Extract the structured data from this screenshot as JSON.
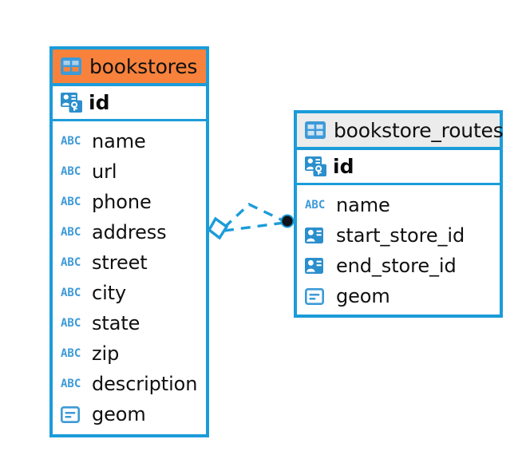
{
  "diagram": {
    "type": "entity-relationship-diagram",
    "background_color": "#ffffff",
    "accent_color": "#1b9cd9",
    "highlight_color": "#f8823c",
    "entities": [
      {
        "name": "bookstores",
        "header_style": "accent-orange",
        "table_icon": "table-icon",
        "primary_key": {
          "label": "id",
          "icon": "primary-key-icon"
        },
        "fields": [
          {
            "label": "name",
            "icon": "text-abc-icon",
            "icon_text": "ABC"
          },
          {
            "label": "url",
            "icon": "text-abc-icon",
            "icon_text": "ABC"
          },
          {
            "label": "phone",
            "icon": "text-abc-icon",
            "icon_text": "ABC"
          },
          {
            "label": "address",
            "icon": "text-abc-icon",
            "icon_text": "ABC"
          },
          {
            "label": "street",
            "icon": "text-abc-icon",
            "icon_text": "ABC"
          },
          {
            "label": "city",
            "icon": "text-abc-icon",
            "icon_text": "ABC"
          },
          {
            "label": "state",
            "icon": "text-abc-icon",
            "icon_text": "ABC"
          },
          {
            "label": "zip",
            "icon": "text-abc-icon",
            "icon_text": "ABC"
          },
          {
            "label": "description",
            "icon": "text-abc-icon",
            "icon_text": "ABC"
          },
          {
            "label": "geom",
            "icon": "geometry-icon",
            "icon_text": ""
          }
        ]
      },
      {
        "name": "bookstore_routes",
        "header_style": "accent-gray",
        "table_icon": "table-icon",
        "primary_key": {
          "label": "id",
          "icon": "primary-key-icon"
        },
        "fields": [
          {
            "label": "name",
            "icon": "text-abc-icon",
            "icon_text": "ABC"
          },
          {
            "label": "start_store_id",
            "icon": "foreign-key-icon",
            "icon_text": ""
          },
          {
            "label": "end_store_id",
            "icon": "foreign-key-icon",
            "icon_text": ""
          },
          {
            "label": "geom",
            "icon": "geometry-icon",
            "icon_text": ""
          }
        ]
      }
    ],
    "relationships": [
      {
        "from_entity": "bookstores",
        "to_entity": "bookstore_routes",
        "line_style": "dashed",
        "line_color": "#1b9cd9",
        "source_marker": "diamond-outline",
        "target_marker": "filled-circle",
        "branches": 2
      }
    ]
  }
}
